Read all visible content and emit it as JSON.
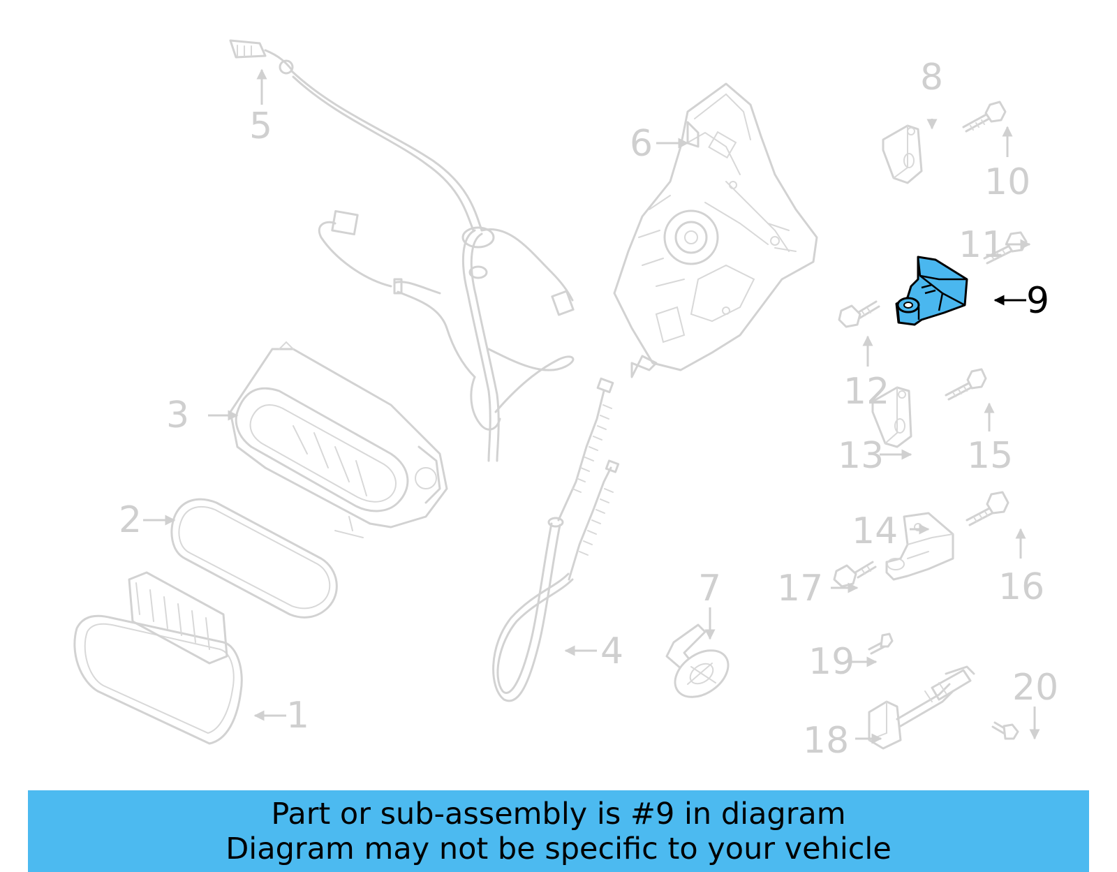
{
  "callouts": {
    "n1": "1",
    "n2": "2",
    "n3": "3",
    "n4": "4",
    "n5": "5",
    "n6": "6",
    "n7": "7",
    "n8": "8",
    "n9": "9",
    "n10": "10",
    "n11": "11",
    "n12": "12",
    "n13": "13",
    "n14": "14",
    "n15": "15",
    "n16": "16",
    "n17": "17",
    "n18": "18",
    "n19": "19",
    "n20": "20"
  },
  "highlighted_part": "9",
  "colors": {
    "highlight": "#4ab7ef",
    "banner": "#4cbaf0",
    "line_art": "#d2d2d2"
  },
  "banner": {
    "line1": "Part or sub-assembly is #9 in diagram",
    "line2": "Diagram may not be specific to your vehicle"
  }
}
